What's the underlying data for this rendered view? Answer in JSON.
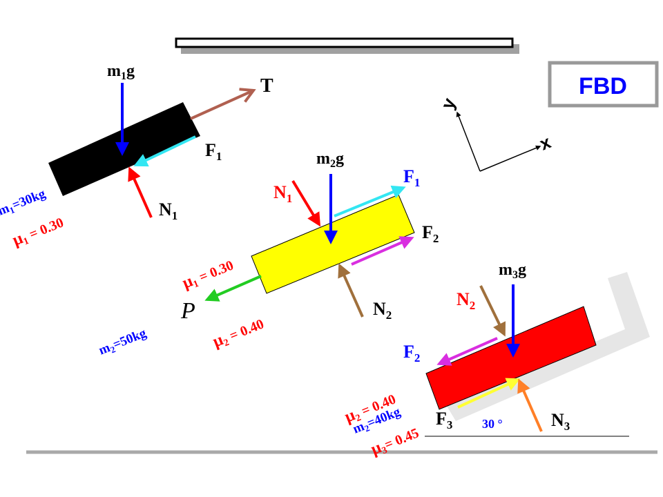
{
  "title_badge": "FBD",
  "axes": {
    "x": "x",
    "y": "y"
  },
  "block1": {
    "weight": {
      "main": "m",
      "sub": "1",
      "tail": "g"
    },
    "tension": "T",
    "friction": {
      "main": "F",
      "sub": "1"
    },
    "normal": {
      "main": "N",
      "sub": "1"
    },
    "mass": {
      "main": "m",
      "sub": "1",
      "tail": "=30kg"
    },
    "mu": {
      "main": "μ",
      "sub": "1",
      "tail": " = 0.30"
    }
  },
  "block2": {
    "weight": {
      "main": "m",
      "sub": "2",
      "tail": "g"
    },
    "normal_top": {
      "main": "N",
      "sub": "1"
    },
    "friction_top": {
      "main": "F",
      "sub": "1"
    },
    "friction_bottom": {
      "main": "F",
      "sub": "2"
    },
    "normal_bottom": {
      "main": "N",
      "sub": "2"
    },
    "mu_top": {
      "main": "μ",
      "sub": "1",
      "tail": " = 0.30"
    },
    "mu_bottom": {
      "main": "μ",
      "sub": "2",
      "tail": " = 0.40"
    },
    "pull": "P",
    "mass": {
      "main": "m",
      "sub": "2",
      "tail": "=50kg"
    }
  },
  "block3": {
    "weight": {
      "main": "m",
      "sub": "3",
      "tail": "g"
    },
    "normal_top": {
      "main": "N",
      "sub": "2"
    },
    "friction_top": {
      "main": "F",
      "sub": "2"
    },
    "friction_bottom": {
      "main": "F",
      "sub": "3"
    },
    "normal_bottom": {
      "main": "N",
      "sub": "3"
    },
    "mu_top": {
      "main": "μ",
      "sub": "2",
      "tail": " = 0.40"
    },
    "mass": {
      "main": "m",
      "sub": "2",
      "tail": "=40kg"
    },
    "mu_bottom": {
      "main": "μ",
      "sub": "3",
      "tail": "= 0.45"
    },
    "angle": "30 °"
  },
  "colors": {
    "block1": "#000000",
    "block2": "#ffff00",
    "block3": "#ff0000",
    "weight": "#0000ff",
    "normal1": "#ff0000",
    "normal2": "#a0703c",
    "normal3": "#ff7f27",
    "friction1": "#33e6f2",
    "friction2": "#d92ee0",
    "friction3": "#ffff33",
    "tension": "#b06050",
    "pull": "#22cc22",
    "label_blue": "#0000ff",
    "label_red": "#ff0000",
    "badge_text": "#0000ff"
  }
}
